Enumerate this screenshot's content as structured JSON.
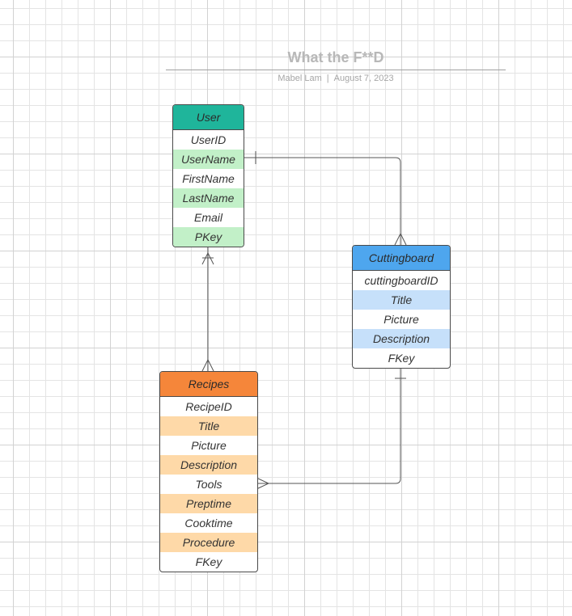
{
  "header": {
    "title": "What the F**D",
    "author": "Mabel Lam",
    "separator": "|",
    "date": "August 7, 2023"
  },
  "entities": {
    "user": {
      "name": "User",
      "fields": [
        "UserID",
        "UserName",
        "FirstName",
        "LastName",
        "Email",
        "PKey"
      ]
    },
    "cuttingboard": {
      "name": "Cuttingboard",
      "fields": [
        "cuttingboardID",
        "Title",
        "Picture",
        "Description",
        "FKey"
      ]
    },
    "recipes": {
      "name": "Recipes",
      "fields": [
        "RecipeID",
        "Title",
        "Picture",
        "Description",
        "Tools",
        "Preptime",
        "Cooktime",
        "Procedure",
        "FKey"
      ]
    }
  },
  "relationships": [
    {
      "from": "User",
      "to": "Cuttingboard",
      "from_cardinality": "one",
      "to_cardinality": "many"
    },
    {
      "from": "User",
      "to": "Recipes",
      "from_cardinality": "one-or-many",
      "to_cardinality": "many"
    },
    {
      "from": "Cuttingboard",
      "to": "Recipes",
      "from_cardinality": "one",
      "to_cardinality": "many"
    }
  ],
  "colors": {
    "user_header": "#1fb59b",
    "user_alt_row": "#c2f0c8",
    "cuttingboard_header": "#4ea6ee",
    "cuttingboard_alt_row": "#c6e0fa",
    "recipes_header": "#f5863a",
    "recipes_alt_row": "#fed9a8"
  }
}
